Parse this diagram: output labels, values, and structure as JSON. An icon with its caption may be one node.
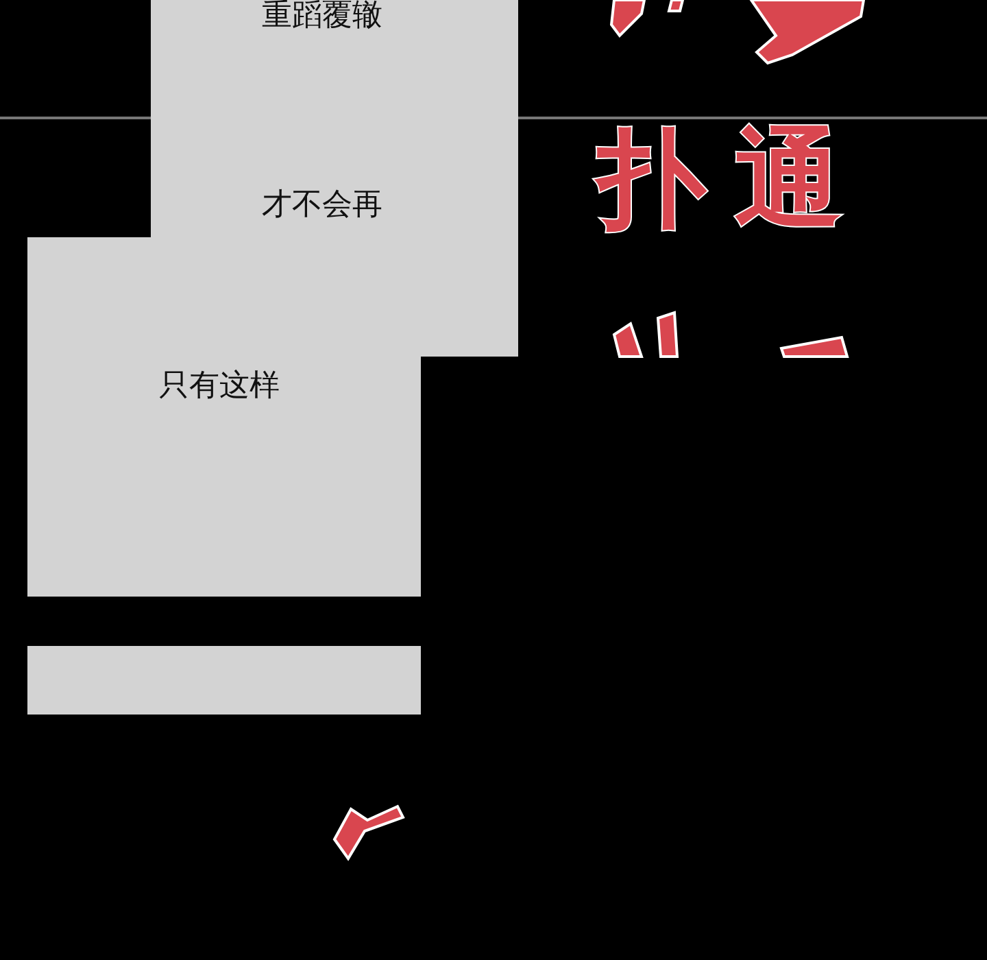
{
  "diagram": {
    "nodes": [
      {
        "text": [
          "重蹈覆辙",
          "才不会再"
        ]
      },
      {
        "text": [
          "只有这样"
        ]
      },
      {
        "text": [],
        "shape": "box"
      }
    ],
    "labels": [
      "扑通"
    ]
  }
}
